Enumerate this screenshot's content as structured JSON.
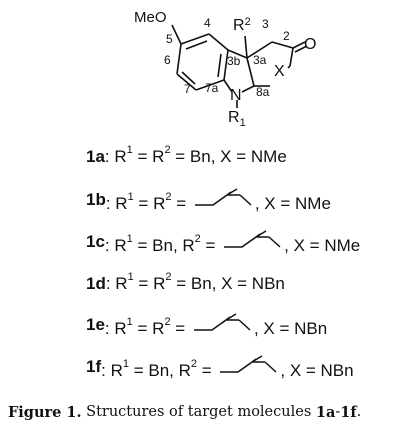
{
  "structure": {
    "substituent_meo": "MeO",
    "carbonyl_o": "O",
    "heteroatom_x": "X",
    "nitrogen": "N",
    "r1_base": "R",
    "r1_sup": "1",
    "r2_base": "R",
    "r2_sup": "2",
    "locants": [
      "2",
      "3",
      "3a",
      "3b",
      "4",
      "5",
      "6",
      "7",
      "7a",
      "8a"
    ]
  },
  "compounds": [
    {
      "id": "1a",
      "text": ": R<sup>1</sup> = R<sup>2</sup> = Bn, X = NMe"
    },
    {
      "id": "1b",
      "text": ": R<sup>1</sup> = R<sup>2</sup> = <span class=\"prenyl\"></span>, X = NMe"
    },
    {
      "id": "1c",
      "text": ": R<sup>1</sup> = Bn, R<sup>2</sup> = <span class=\"prenyl\"></span>, X = NMe"
    },
    {
      "id": "1d",
      "text": ": R<sup>1</sup> = R<sup>2</sup> = Bn, X = NBn"
    },
    {
      "id": "1e",
      "text": ": R<sup>1</sup> = R<sup>2</sup> = <span class=\"prenyl\"></span>, X = NBn"
    },
    {
      "id": "1f",
      "text": ": R<sup>1</sup> = Bn, R<sup>2</sup> = <span class=\"prenyl\"></span>, X = NBn"
    }
  ],
  "caption": {
    "label": "Figure 1.",
    "text": " Structures of target molecules ",
    "range_start": "1a",
    "range_sep": "-",
    "range_end": "1f",
    "end": "."
  }
}
